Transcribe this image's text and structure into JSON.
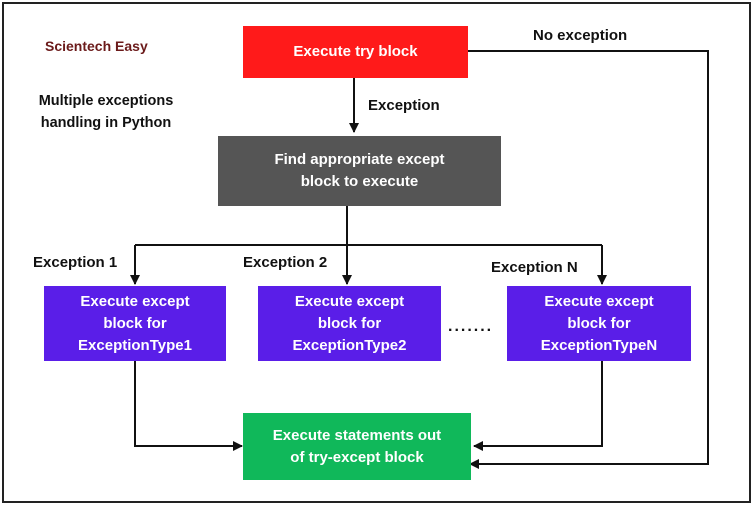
{
  "brand": "Scientech Easy",
  "subtitle": "Multiple exceptions\nhandling in Python",
  "nodes": {
    "try_block": "Execute try block",
    "find_except": "Find appropriate except\nblock to execute",
    "except_1": "Execute except\nblock for\nExceptionType1",
    "except_2": "Execute except\nblock for\nExceptionType2",
    "except_n": "Execute except\nblock for\nExceptionTypeN",
    "out_block": "Execute statements out\nof try-except block"
  },
  "edge_labels": {
    "no_exception": "No exception",
    "exception": "Exception",
    "exception_1": "Exception 1",
    "exception_2": "Exception 2",
    "exception_n": "Exception N"
  },
  "ellipsis": ".......",
  "colors": {
    "try_block": "#ff1a1a",
    "find_except": "#555555",
    "except_blocks": "#5a1ee8",
    "out_block": "#10b85a"
  }
}
